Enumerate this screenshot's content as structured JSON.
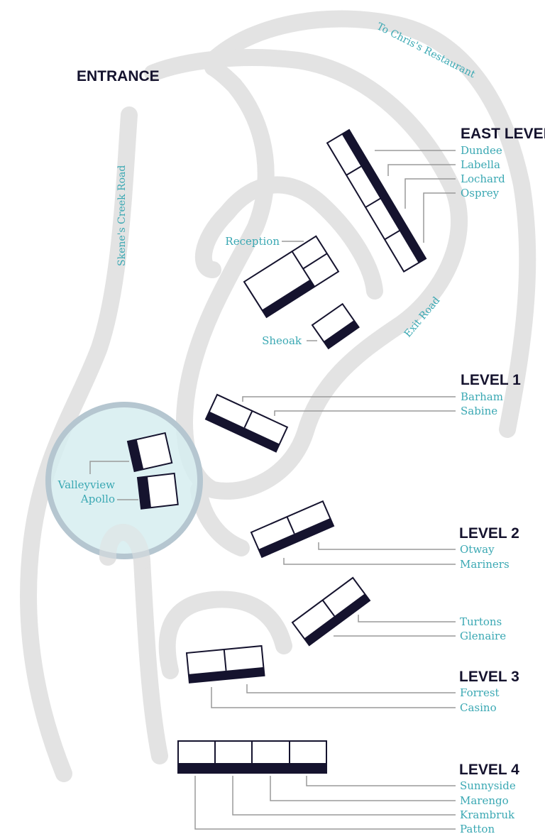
{
  "colors": {
    "road": "#e3e3e3",
    "building": "#15132e",
    "label": "#3aa8b3",
    "heading": "#15132e",
    "highlight": "#d6edf0"
  },
  "entrance": "ENTRANCE",
  "roads": {
    "skenes": "Skene's Creek Road",
    "chris": "To Chris's Restaurant",
    "exit": "Exit Road"
  },
  "levels": {
    "east": {
      "title": "EAST LEVEL",
      "units": [
        "Dundee",
        "Labella",
        "Lochard",
        "Osprey"
      ]
    },
    "level1": {
      "title": "LEVEL 1",
      "units": [
        "Barham",
        "Sabine"
      ]
    },
    "level2": {
      "title": "LEVEL 2",
      "units": [
        "Otway",
        "Mariners",
        "Turtons",
        "Glenaire"
      ]
    },
    "level3": {
      "title": "LEVEL 3",
      "units": [
        "Forrest",
        "Casino"
      ]
    },
    "level4": {
      "title": "LEVEL 4",
      "units": [
        "Sunnyside",
        "Marengo",
        "Krambruk",
        "Patton"
      ]
    }
  },
  "other": {
    "reception": "Reception",
    "sheoak": "Sheoak",
    "valleyview": "Valleyview",
    "apollo": "Apollo"
  }
}
